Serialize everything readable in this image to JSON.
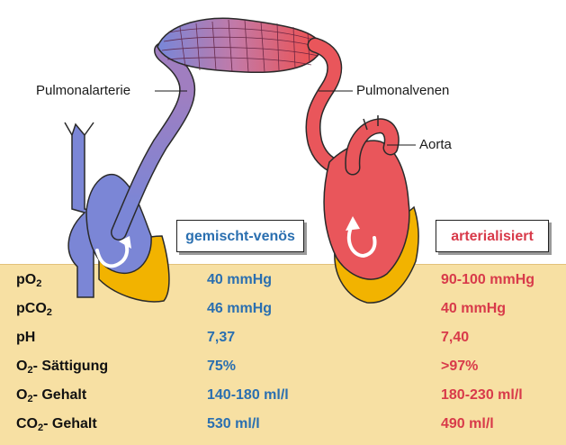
{
  "labels": {
    "pulmonary_artery": "Pulmonalarterie",
    "pulmonary_veins": "Pulmonalvenen",
    "aorta": "Aorta"
  },
  "headers": {
    "venous": "gemischt-venös",
    "arterial": "arterialisiert"
  },
  "rows": [
    {
      "pre": "pO",
      "sub": "2",
      "post": "",
      "venous": "40 mmHg",
      "arterial": "90-100 mmHg"
    },
    {
      "pre": "pCO",
      "sub": "2",
      "post": "",
      "venous": "46 mmHg",
      "arterial": "40 mmHg"
    },
    {
      "pre": "pH",
      "sub": "",
      "post": "",
      "venous": "7,37",
      "arterial": "7,40"
    },
    {
      "pre": "O",
      "sub": "2",
      "post": "- Sättigung",
      "venous": "75%",
      "arterial": ">97%"
    },
    {
      "pre": "O",
      "sub": "2",
      "post": "- Gehalt",
      "venous": "140-180 ml/l",
      "arterial": "180-230 ml/l"
    },
    {
      "pre": "CO",
      "sub": "2",
      "post": "- Gehalt",
      "venous": "530 ml/l",
      "arterial": "490 ml/l"
    }
  ],
  "colors": {
    "venous": "#7b86d6",
    "arterial": "#e9565b",
    "muscle": "#f2b300",
    "table_bg": "#f7e0a3",
    "venous_text": "#2a6fb0",
    "arterial_text": "#d83a4a"
  }
}
